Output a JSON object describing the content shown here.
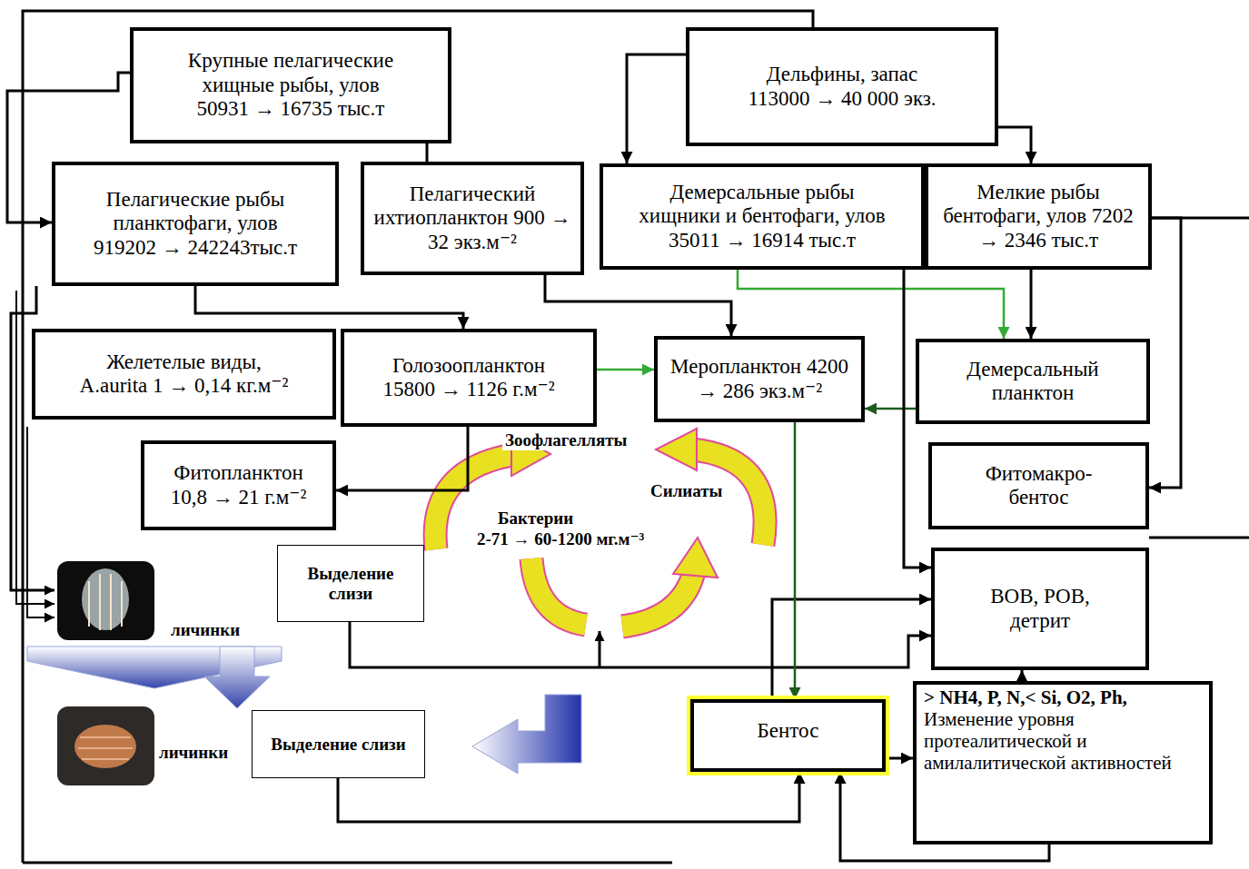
{
  "diagram": {
    "nodes": [
      {
        "text": [
          "Крупные пелагические хищные рыбы, улов 50931 → 16735 тыс.т"
        ]
      },
      {
        "text": [
          "Дельфины, запас 113000 → 40 000 экз."
        ]
      },
      {
        "text": [
          "Пелагические рыбы планктофаги, улов 919202 → 242243тыс.т"
        ]
      },
      {
        "text": [
          "Пелагический ихтиопланктон 900 → 32 экз.м⁻²"
        ]
      },
      {
        "text": [
          "Демерсальные рыбы хищники и бентофаги, улов 35011 → 16914 тыс.т"
        ]
      },
      {
        "text": [
          "Мелкие рыбы бентофаги, улов 7202 → 2346 тыс.т"
        ]
      },
      {
        "text": [
          "Желетелые виды, A.aurita 1 → 0,14 кг.м⁻²"
        ]
      },
      {
        "text": [
          "Голозоопланктон 15800 → 1126 г.м⁻²"
        ]
      },
      {
        "text": [
          "Меропланктон 4200 → 286 экз.м⁻²"
        ]
      },
      {
        "text": [
          "Демерсальный планктон"
        ]
      },
      {
        "text": [
          "Фитопланктон 10,8 → 21 г.м⁻²"
        ]
      },
      {
        "text": [
          "Фитомакро- бентос"
        ]
      },
      {
        "text": [
          "Выделение слизи"
        ]
      },
      {
        "text": [
          "ВОВ, РОВ, детрит"
        ]
      },
      {
        "text": [
          "Выделение слизи"
        ]
      },
      {
        "text": [
          "Бентос"
        ]
      },
      {
        "text": [
          "> NH4, P, N,< Si, O2, Ph,",
          "Изменение уровня протеалитической и амилалитической активностей"
        ]
      }
    ],
    "edges": [
      {
        "from": 0,
        "to": 2,
        "arrow": "to"
      },
      {
        "from": 0,
        "to": 3,
        "arrow": "none"
      },
      {
        "from": 1,
        "to": 4,
        "arrow": "to"
      },
      {
        "from": 1,
        "to": 5,
        "arrow": "to"
      },
      {
        "from": 4,
        "to": 9,
        "arrow": "to"
      },
      {
        "from": 5,
        "to": 9,
        "arrow": "to"
      },
      {
        "from": 7,
        "to": 8,
        "arrow": "to"
      },
      {
        "from": 7,
        "to": 10,
        "arrow": "to"
      },
      {
        "from": 2,
        "to": 7,
        "arrow": "to"
      },
      {
        "from": 3,
        "to": 8,
        "arrow": "to"
      },
      {
        "from": 9,
        "to": 8,
        "arrow": "to"
      },
      {
        "from": 5,
        "to": 11,
        "arrow": "to"
      },
      {
        "from": 4,
        "to": 13,
        "arrow": "to"
      },
      {
        "from": 12,
        "to": 13,
        "arrow": "to"
      },
      {
        "from": 15,
        "to": 13,
        "arrow": "to"
      },
      {
        "from": 16,
        "to": 13,
        "arrow": "to"
      },
      {
        "from": 8,
        "to": 15,
        "arrow": "to"
      },
      {
        "from": 14,
        "to": 15,
        "arrow": "to"
      },
      {
        "from": 16,
        "to": 15,
        "arrow": "to"
      },
      {
        "from": 15,
        "to": 16,
        "arrow": "to"
      }
    ],
    "labels": [
      "Зоофлагелляты",
      "Силиаты",
      "Бактерии",
      "2-71 → 60-1200 мг.м⁻³",
      "личинки",
      "личинки"
    ]
  }
}
